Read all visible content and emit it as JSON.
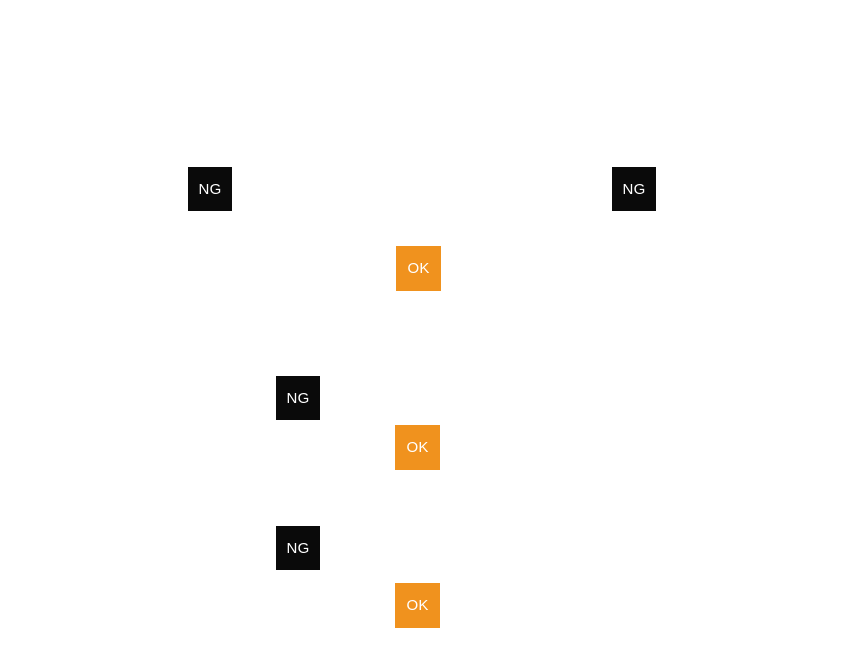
{
  "canvas": {
    "background": "#ffffff"
  },
  "colors": {
    "ng_bg": "#0a0a0a",
    "ng_text": "#ffffff",
    "ok_bg": "#f0921e",
    "ok_text": "#ffffff"
  },
  "labels": [
    {
      "text": "NG",
      "kind": "ng",
      "position": "top-left"
    },
    {
      "text": "NG",
      "kind": "ng",
      "position": "top-right"
    },
    {
      "text": "OK",
      "kind": "ok",
      "position": "upper-middle"
    },
    {
      "text": "NG",
      "kind": "ng",
      "position": "middle-left"
    },
    {
      "text": "OK",
      "kind": "ok",
      "position": "middle"
    },
    {
      "text": "NG",
      "kind": "ng",
      "position": "lower-left"
    },
    {
      "text": "OK",
      "kind": "ok",
      "position": "bottom-middle"
    }
  ]
}
